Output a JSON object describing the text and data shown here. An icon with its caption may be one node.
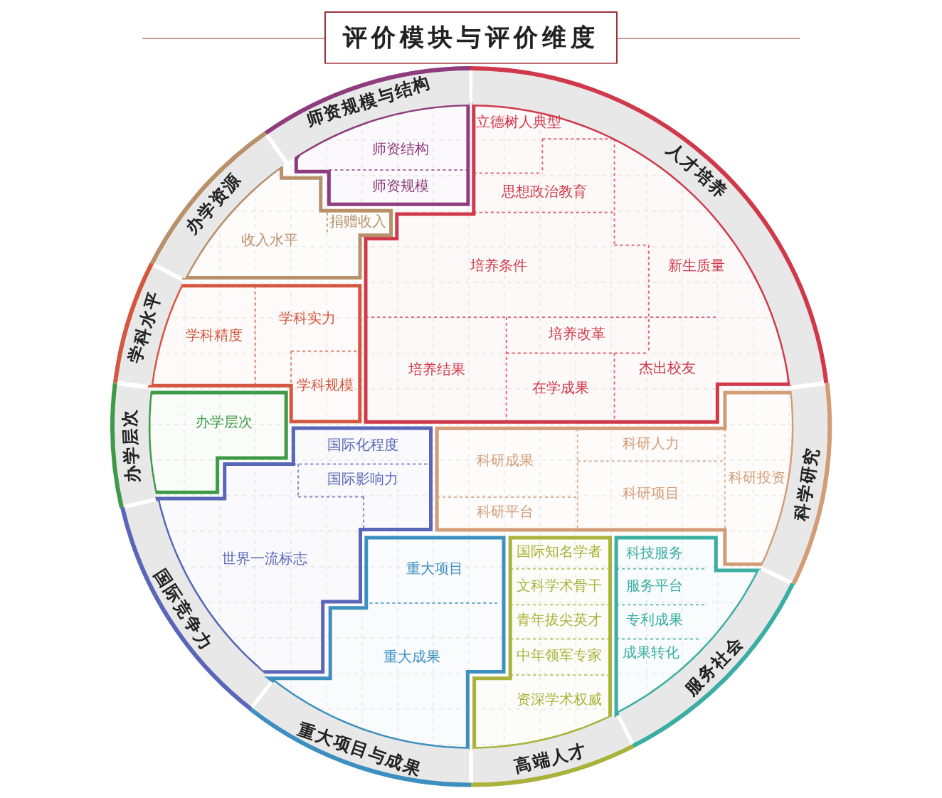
{
  "diagram": {
    "title": "评价模块与评价维度",
    "nodes": [
      {
        "text": [
          "师资规模与结构"
        ]
      },
      {
        "text": [
          "师资结构"
        ],
        "in": 0
      },
      {
        "text": [
          "师资规模"
        ]
      },
      {
        "text": [
          "人才培养"
        ]
      },
      {
        "text": [
          "立德树人典型"
        ],
        "in": 3
      },
      {
        "text": [
          "思想政治教育"
        ],
        "in": 3
      },
      {
        "text": [
          "培养条件"
        ],
        "in": 3
      },
      {
        "text": [
          "新生质量"
        ],
        "in": 3
      },
      {
        "text": [
          "培养改革"
        ],
        "in": 3
      },
      {
        "text": [
          "培养结果"
        ],
        "in": 3
      },
      {
        "text": [
          "在学成果"
        ],
        "in": 3
      },
      {
        "text": [
          "杰出校友"
        ],
        "in": 3
      },
      {
        "text": [
          "办学资源"
        ]
      },
      {
        "text": [
          "收入水平"
        ],
        "in": 12
      },
      {
        "text": [
          "捐赠收入"
        ],
        "in": 12
      },
      {
        "text": [
          "学科水平"
        ]
      },
      {
        "text": [
          "学科精度"
        ],
        "in": 15
      },
      {
        "text": [
          "学科实力"
        ],
        "in": 15
      },
      {
        "text": [
          "学科规模"
        ],
        "in": 15
      },
      {
        "text": [
          "办学层次"
        ]
      },
      {
        "text": [
          "办学层次"
        ],
        "in": 19
      },
      {
        "text": [
          "国际竞争力"
        ]
      },
      {
        "text": [
          "国际化程度"
        ],
        "in": 21
      },
      {
        "text": [
          "国际影响力"
        ],
        "in": 21
      },
      {
        "text": [
          "世界一流标志"
        ],
        "in": 21
      },
      {
        "text": [
          "科学研究"
        ]
      },
      {
        "text": [
          "科研成果"
        ],
        "in": 25
      },
      {
        "text": [
          "科研人力"
        ],
        "in": 25
      },
      {
        "text": [
          "科研投资"
        ],
        "in": 25
      },
      {
        "text": [
          "科研项目"
        ],
        "in": 25
      },
      {
        "text": [
          "科研平台"
        ],
        "in": 25
      },
      {
        "text": [
          "重大项目与成果"
        ]
      },
      {
        "text": [
          "重大项目"
        ],
        "in": 31
      },
      {
        "text": [
          "重大成果"
        ],
        "in": 31
      },
      {
        "text": [
          "高端人才"
        ]
      },
      {
        "text": [
          "国际知名学者"
        ],
        "in": 34
      },
      {
        "text": [
          "文科学术骨干"
        ],
        "in": 34
      },
      {
        "text": [
          "青年拔尖英才"
        ],
        "in": 34
      },
      {
        "text": [
          "中年领军专家"
        ],
        "in": 34
      },
      {
        "text": [
          "资深学术权威"
        ],
        "in": 34
      },
      {
        "text": [
          "服务社会"
        ]
      },
      {
        "text": [
          "科技服务"
        ]
      },
      {
        "text": [
          "服务平台"
        ],
        "in": 40
      },
      {
        "text": [
          "专利成果"
        ],
        "in": 40
      },
      {
        "text": [
          "成果转化"
        ],
        "in": 40
      }
    ]
  }
}
